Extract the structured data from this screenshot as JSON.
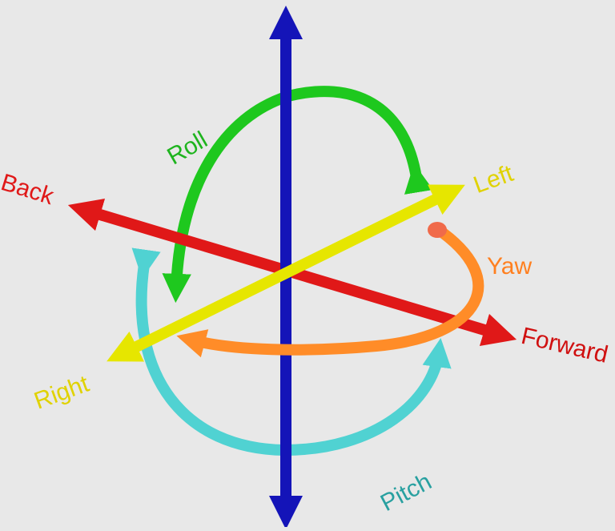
{
  "colors": {
    "background": "#e8e8e8",
    "vertical_axis": "#1414b8",
    "forward_back_axis": "#e01818",
    "left_right_axis": "#e6e600",
    "roll": "#1ec81e",
    "yaw": "#ff8c28",
    "pitch": "#50d2d2"
  },
  "labels": {
    "back": "Back",
    "forward": "Forward",
    "left": "Left",
    "right": "Right",
    "roll": "Roll",
    "yaw": "Yaw",
    "pitch": "Pitch"
  },
  "label_colors": {
    "back": "#e01818",
    "forward": "#d01010",
    "left": "#e0d200",
    "right": "#e0d200",
    "roll": "#1eb41e",
    "yaw": "#ff8020",
    "pitch": "#28a0a0"
  }
}
